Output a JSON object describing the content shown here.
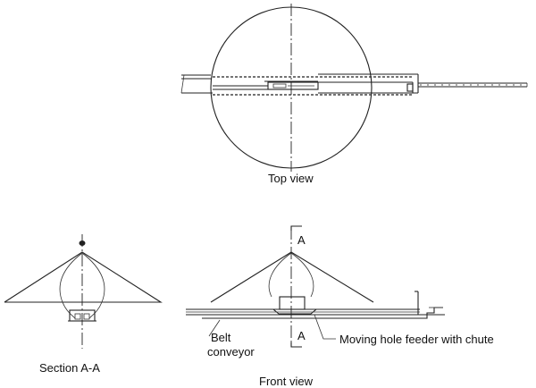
{
  "labels": {
    "top_view": "Top view",
    "section_aa": "Section A-A",
    "front_view": "Front view",
    "section_marker_top": "A",
    "section_marker_bottom": "A",
    "belt_conveyor_line1": "Belt",
    "belt_conveyor_line2": "conveyor",
    "feeder": "Moving hole feeder with chute"
  }
}
